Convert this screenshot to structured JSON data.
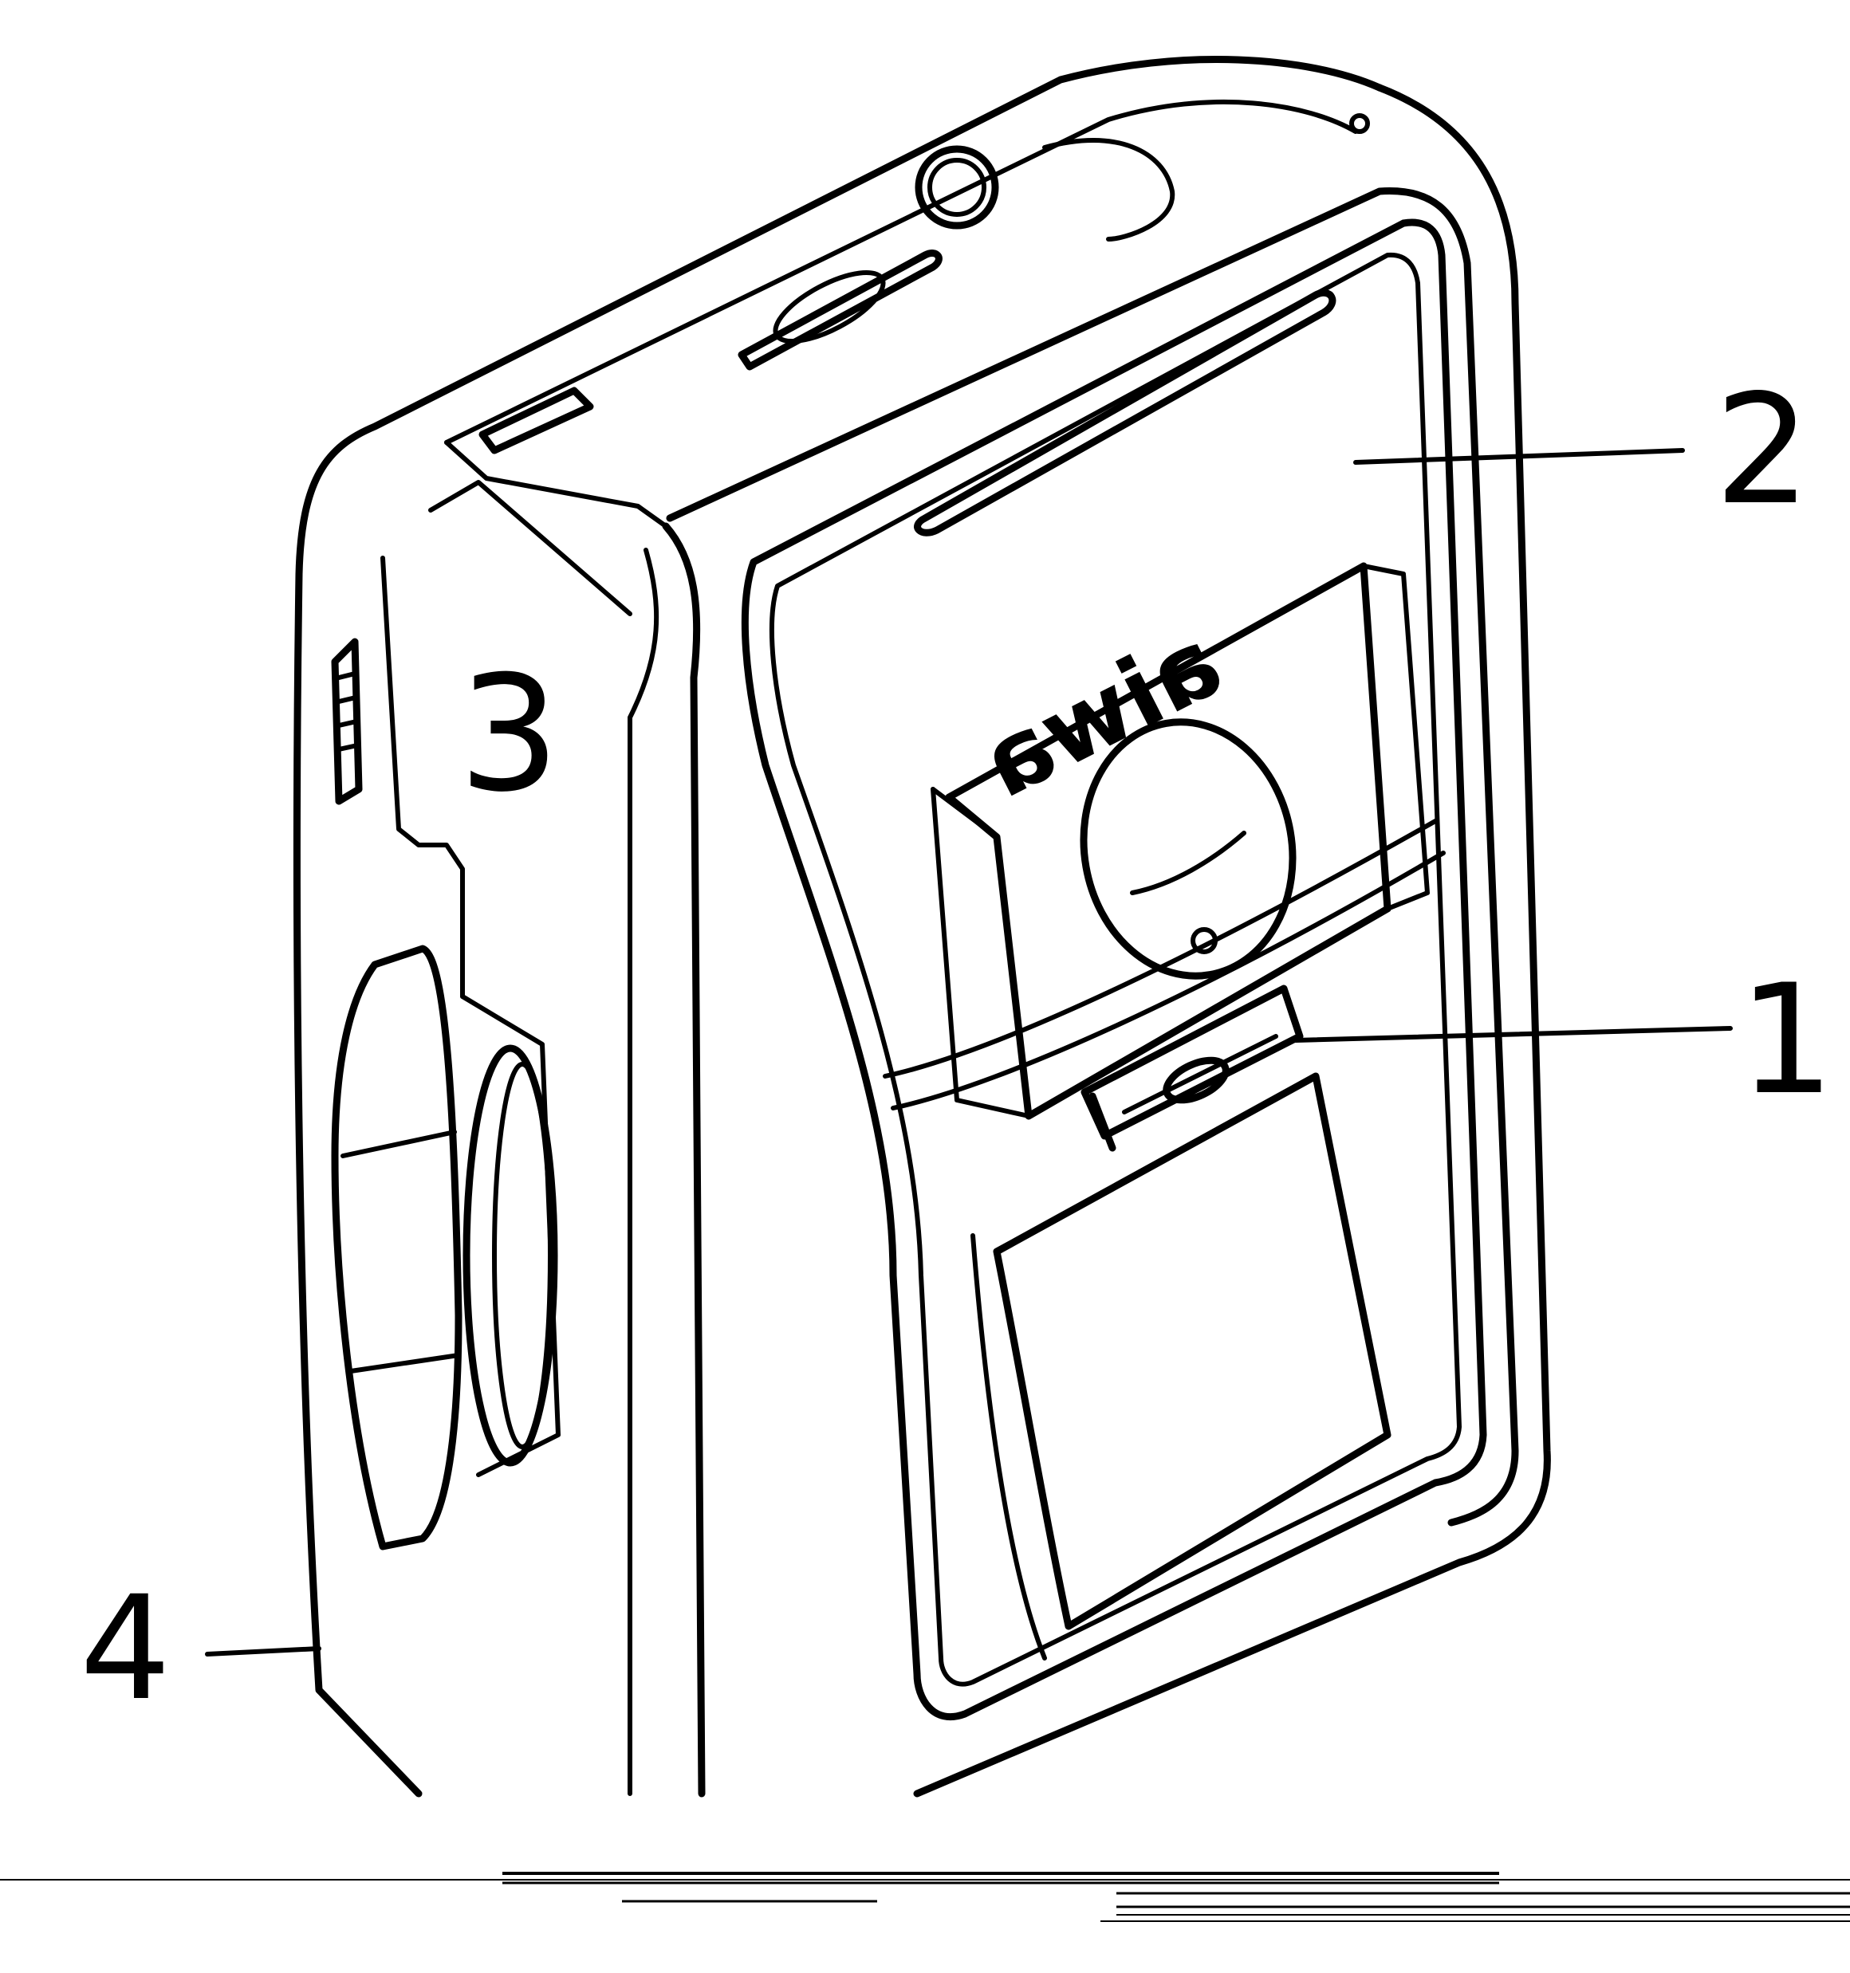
{
  "brand": {
    "logo_text": "aiwa"
  },
  "callouts": [
    {
      "id": "1",
      "label": "1",
      "target": "switch"
    },
    {
      "id": "2",
      "label": "2",
      "target": "front-cover"
    },
    {
      "id": "3",
      "label": "3",
      "target": "side-panel"
    },
    {
      "id": "4",
      "label": "4",
      "target": "bottom-side-edge"
    }
  ]
}
